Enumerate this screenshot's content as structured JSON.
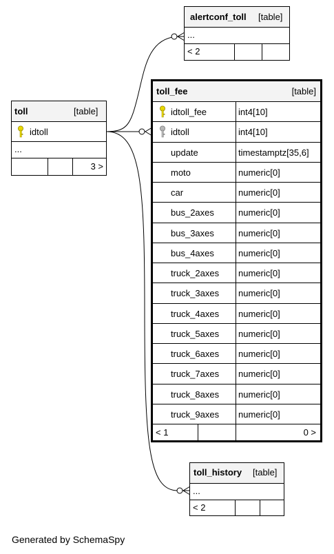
{
  "footer": "Generated by SchemaSpy",
  "colors": {
    "header_bg": "#f3f3f3",
    "key_primary": "#e8d800",
    "key_foreign": "#b8b8b8",
    "line": "#000000"
  },
  "icons": {
    "primary_key": "key-icon",
    "foreign_key": "key-icon",
    "relationship": "crows-foot-icon"
  },
  "alertconf_toll": {
    "name": "alertconf_toll",
    "type": "[table]",
    "ellipsis": "...",
    "parents": "< 2"
  },
  "toll": {
    "name": "toll",
    "type": "[table]",
    "column": "idtoll",
    "ellipsis": "...",
    "children": "3 >"
  },
  "toll_fee": {
    "name": "toll_fee",
    "type": "[table]",
    "columns": [
      {
        "name": "idtoll_fee",
        "type": "int4[10]",
        "key": "primary"
      },
      {
        "name": "idtoll",
        "type": "int4[10]",
        "key": "foreign"
      },
      {
        "name": "update",
        "type": "timestamptz[35,6]"
      },
      {
        "name": "moto",
        "type": "numeric[0]"
      },
      {
        "name": "car",
        "type": "numeric[0]"
      },
      {
        "name": "bus_2axes",
        "type": "numeric[0]"
      },
      {
        "name": "bus_3axes",
        "type": "numeric[0]"
      },
      {
        "name": "bus_4axes",
        "type": "numeric[0]"
      },
      {
        "name": "truck_2axes",
        "type": "numeric[0]"
      },
      {
        "name": "truck_3axes",
        "type": "numeric[0]"
      },
      {
        "name": "truck_4axes",
        "type": "numeric[0]"
      },
      {
        "name": "truck_5axes",
        "type": "numeric[0]"
      },
      {
        "name": "truck_6axes",
        "type": "numeric[0]"
      },
      {
        "name": "truck_7axes",
        "type": "numeric[0]"
      },
      {
        "name": "truck_8axes",
        "type": "numeric[0]"
      },
      {
        "name": "truck_9axes",
        "type": "numeric[0]"
      }
    ],
    "parents": "< 1",
    "children": "0 >"
  },
  "toll_history": {
    "name": "toll_history",
    "type": "[table]",
    "ellipsis": "...",
    "parents": "< 2"
  }
}
